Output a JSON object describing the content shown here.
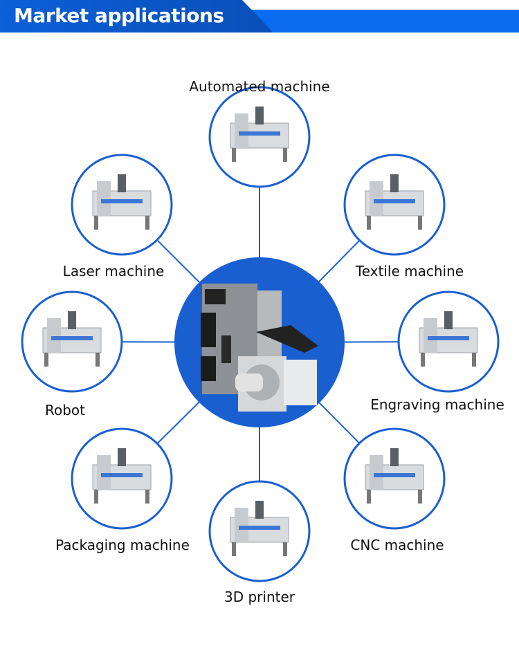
{
  "header": {
    "title": "Market applications"
  },
  "colors": {
    "accent": "#1a5fd0",
    "header_blue": "#0a6cf0"
  },
  "center": {
    "image": "servo-drive-and-motor"
  },
  "applications": [
    {
      "label": "Automated machine"
    },
    {
      "label": "Laser machine"
    },
    {
      "label": "Textile machine"
    },
    {
      "label": "Robot"
    },
    {
      "label": "Engraving machine"
    },
    {
      "label": "Packaging machine"
    },
    {
      "label": "CNC machine"
    },
    {
      "label": "3D printer"
    }
  ]
}
